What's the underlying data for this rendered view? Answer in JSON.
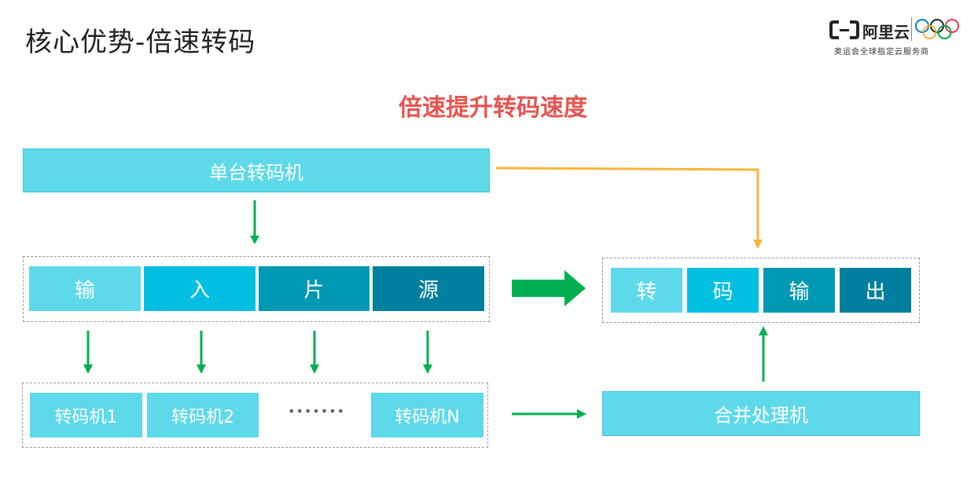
{
  "slide": {
    "title": "核心优势-倍速转码",
    "subtitle": "倍速提升转码速度"
  },
  "logo": {
    "brand": "阿里云",
    "tagline": "奥运会全球指定云服务商"
  },
  "diagram": {
    "single_transcoder": "单台转码机",
    "input_source": [
      "输",
      "入",
      "片",
      "源"
    ],
    "transcoders": [
      "转码机1",
      "转码机2",
      "转码机N"
    ],
    "ellipsis": "•••••••",
    "merge_processor": "合并处理机",
    "output": [
      "转",
      "码",
      "输",
      "出"
    ]
  },
  "colors": {
    "light_cyan": "#5ed9ea",
    "cyan": "#00bfe0",
    "teal": "#0099b3",
    "dark_teal": "#00809e",
    "green_arrow": "#00b050",
    "orange_line": "#f4b63b",
    "title_red": "#e8534f"
  }
}
